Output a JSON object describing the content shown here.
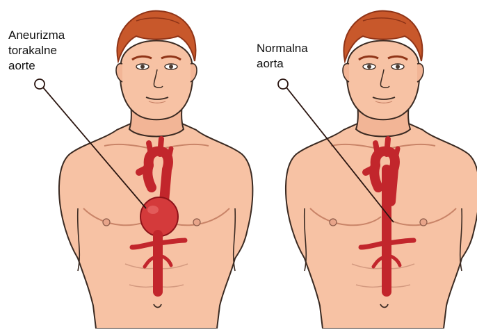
{
  "labels": {
    "left": [
      "Aneurizma",
      "torakalne",
      "aorte"
    ],
    "right": [
      "Normalna",
      "aorta"
    ]
  },
  "colors": {
    "skin": "#f7c2a4",
    "skin_shadow": "#e39d80",
    "outline": "#3a2a22",
    "hair": "#c8582b",
    "hair_dark": "#8f3417",
    "aorta": "#c2262c",
    "aorta_dark": "#8d1319",
    "aneurysm": "#d43a3b",
    "pointer": "#2a1510"
  }
}
